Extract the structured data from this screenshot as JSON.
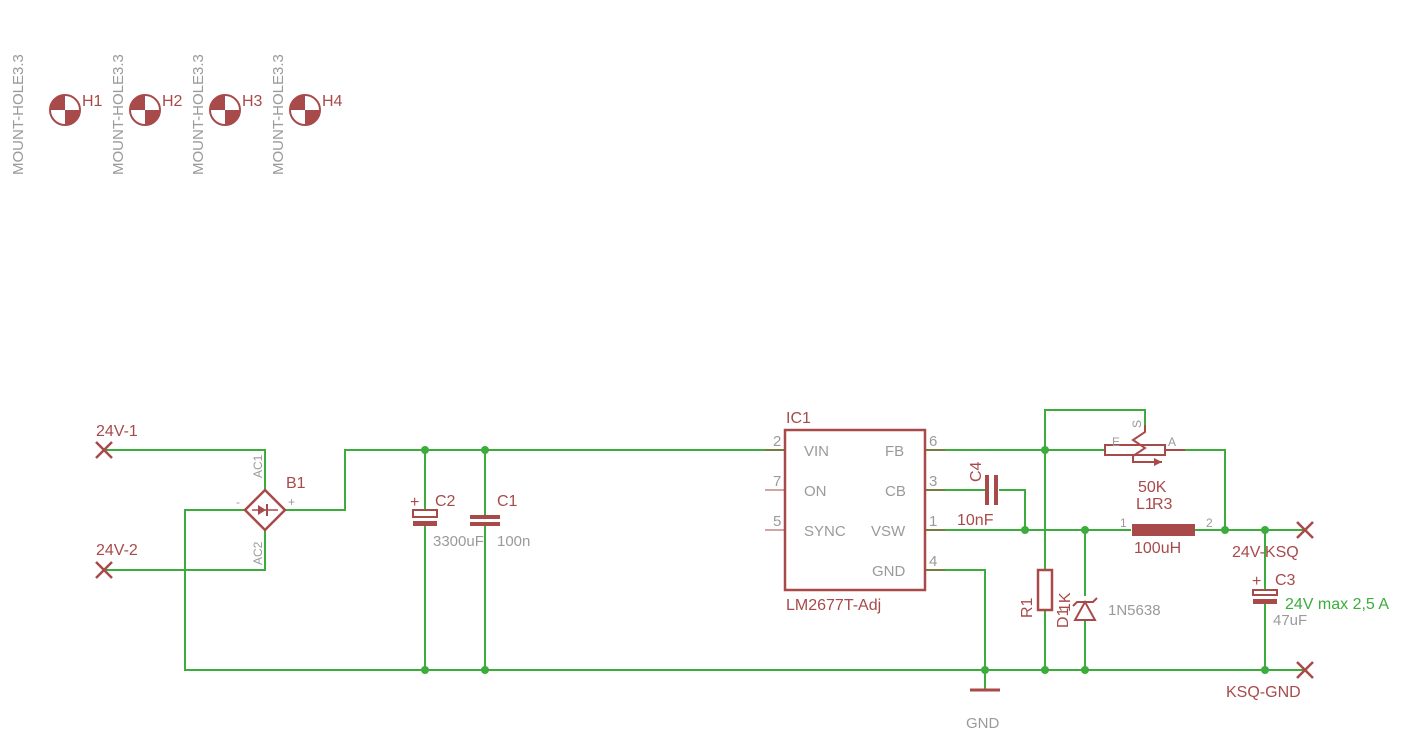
{
  "mount_holes": [
    {
      "ref": "H1",
      "value": "MOUNT-HOLE3.3"
    },
    {
      "ref": "H2",
      "value": "MOUNT-HOLE3.3"
    },
    {
      "ref": "H3",
      "value": "MOUNT-HOLE3.3"
    },
    {
      "ref": "H4",
      "value": "MOUNT-HOLE3.3"
    }
  ],
  "connectors": {
    "in1": "24V-1",
    "in2": "24V-2",
    "out_pos": "24V-KSQ",
    "out_gnd": "KSQ-GND"
  },
  "bridge": {
    "ref": "B1",
    "pin_ac1": "AC1",
    "pin_ac2": "AC2",
    "plus": "+",
    "minus": "-"
  },
  "caps": {
    "c2": {
      "ref": "C2",
      "value": "3300uF",
      "plus": "+"
    },
    "c1": {
      "ref": "C1",
      "value": "100n"
    },
    "c4": {
      "ref": "C4",
      "value": "10nF"
    },
    "c3": {
      "ref": "C3",
      "value": "47uF",
      "plus": "+"
    }
  },
  "ic": {
    "ref": "IC1",
    "value": "LM2677T-Adj",
    "pins_left": [
      {
        "num": "2",
        "name": "VIN"
      },
      {
        "num": "7",
        "name": "ON"
      },
      {
        "num": "5",
        "name": "SYNC"
      }
    ],
    "pins_right": [
      {
        "num": "6",
        "name": "FB"
      },
      {
        "num": "3",
        "name": "CB"
      },
      {
        "num": "1",
        "name": "VSW"
      },
      {
        "num": "4",
        "name": "GND"
      }
    ]
  },
  "pot": {
    "ref": "R3",
    "value": "50K",
    "pin_e": "E",
    "pin_a": "A",
    "pin_s": "S"
  },
  "inductor": {
    "ref": "L1",
    "value": "100uH",
    "pin1": "1",
    "pin2": "2"
  },
  "resistor": {
    "ref": "R1",
    "value": "1K"
  },
  "diode": {
    "ref": "D1",
    "value": "1N5638"
  },
  "gnd_label": "GND",
  "note": "24V max 2,5 A",
  "colors": {
    "wire": "#3cad3c",
    "symbol": "#a84a4a",
    "text_gray": "#9a9a9a"
  }
}
